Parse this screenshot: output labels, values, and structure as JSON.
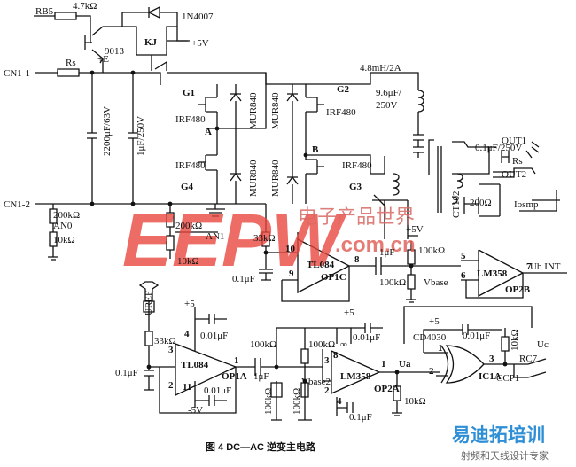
{
  "labels": {
    "rb5": "RB5",
    "r_base": "4.7kΩ",
    "transistor": "9013",
    "relay": "KJ",
    "diode": "1N4007",
    "plus5v_top": "+5V",
    "cn1_1": "CN1-1",
    "cn1_2": "CN1-2",
    "rs_left": "Rs",
    "plus_e": "+E",
    "c_bulk": "2200μF/63V",
    "c_film": "1μF/250V",
    "g1": "G1",
    "g2": "G2",
    "g3": "G3",
    "g4": "G4",
    "irf_q1": "IRF480",
    "irf_q2": "IRF480",
    "irf_q3": "IRF480",
    "irf_q4": "IRF480",
    "mur_d1": "MUR840",
    "mur_d2": "MUR840",
    "mur_d3": "MUR840",
    "mur_d4": "MUR840",
    "node_a": "A",
    "node_b": "B",
    "inductor": "4.8mH/2A",
    "c_out": "9.6μF/",
    "c_out_v": "250V",
    "out1": "OUT1",
    "out2": "OUT2",
    "rs_right": "Rs",
    "c_load": "0.1μF/250V",
    "ct": "CT102",
    "r_ct": "200Ω",
    "iosmp": "Iosmp",
    "r_div_top": "200kΩ",
    "an0": "AN0",
    "r_div_bot": "10kΩ",
    "r_an1_top": "200kΩ",
    "an1": "AN1",
    "r_an1_bot": "10kΩ",
    "r_33k_mid": "33kΩ",
    "c_01_mid": "0.1μF",
    "op1c_chip": "TL084",
    "op1c": "OP1C",
    "pin10": "10",
    "pin9": "9",
    "pin8": "8",
    "c_1u_mid": "1μF",
    "r_100k_a": "100kΩ",
    "r_100k_b": "100kΩ",
    "plus5v_mid": "+5V",
    "vbase": "Vbase",
    "pin5": "5",
    "pin6": "6",
    "pin7": "7",
    "op2b_chip": "LM358",
    "op2b": "OP2B",
    "ubint": "Ub INT",
    "uref": "UREF",
    "plus5v_op1a": "+5",
    "c_01_op1a_top": "0.01μF",
    "r_33k_low": "33kΩ",
    "c_01_low": "0.1μF",
    "op1a_chip": "TL084",
    "op1a": "OP1A",
    "pin3_a": "3",
    "pin2_a": "2",
    "pin4_a": "4",
    "pin11_a": "11",
    "pin1_a": "1",
    "minus5v": "-5V",
    "c_01_op1a_bot": "0.01μF",
    "c_1u_low": "1μF",
    "r_100k_c": "100kΩ",
    "r_100k_d": "100kΩ",
    "inf": "∞",
    "plus5v_op2a": "+5",
    "c_01_op2a": "0.01μF",
    "vbase2": "Vbase2",
    "op2a_chip": "LM358",
    "op2a": "OP2A",
    "pin3_b": "3",
    "pin2_b": "2",
    "pin8_b": "8",
    "pin4_b": "4",
    "pin1_b": "1",
    "r_100k_e": "100kΩ",
    "r_100k_f": "100kΩ",
    "c_01_op2a_bot": "0.1μF",
    "r_10k_op2a": "10kΩ",
    "ua": "Ua",
    "cd4030": "CD4030",
    "plus5v_xor": "+5",
    "c_01_xor": "0.01μF",
    "ic1a": "IC1A",
    "xor_pin1": "1",
    "xor_pin2": "2",
    "xor_pin3": "3",
    "r_10k_xor": "10kΩ",
    "uc": "Uc",
    "rc7": "RC7",
    "ccp1": "CCP1",
    "caption": "图 4   DC—AC 逆变主电路"
  },
  "watermark": {
    "brand": "EEPW",
    "cn": "电子产品世界",
    "url": ".com.cn"
  },
  "logo": {
    "cn": "易迪拓培训",
    "sub": "射频和天线设计专家"
  },
  "colors": {
    "ink": "#111111",
    "watermark": "#e8453c",
    "logo": "#2f8fd6"
  }
}
